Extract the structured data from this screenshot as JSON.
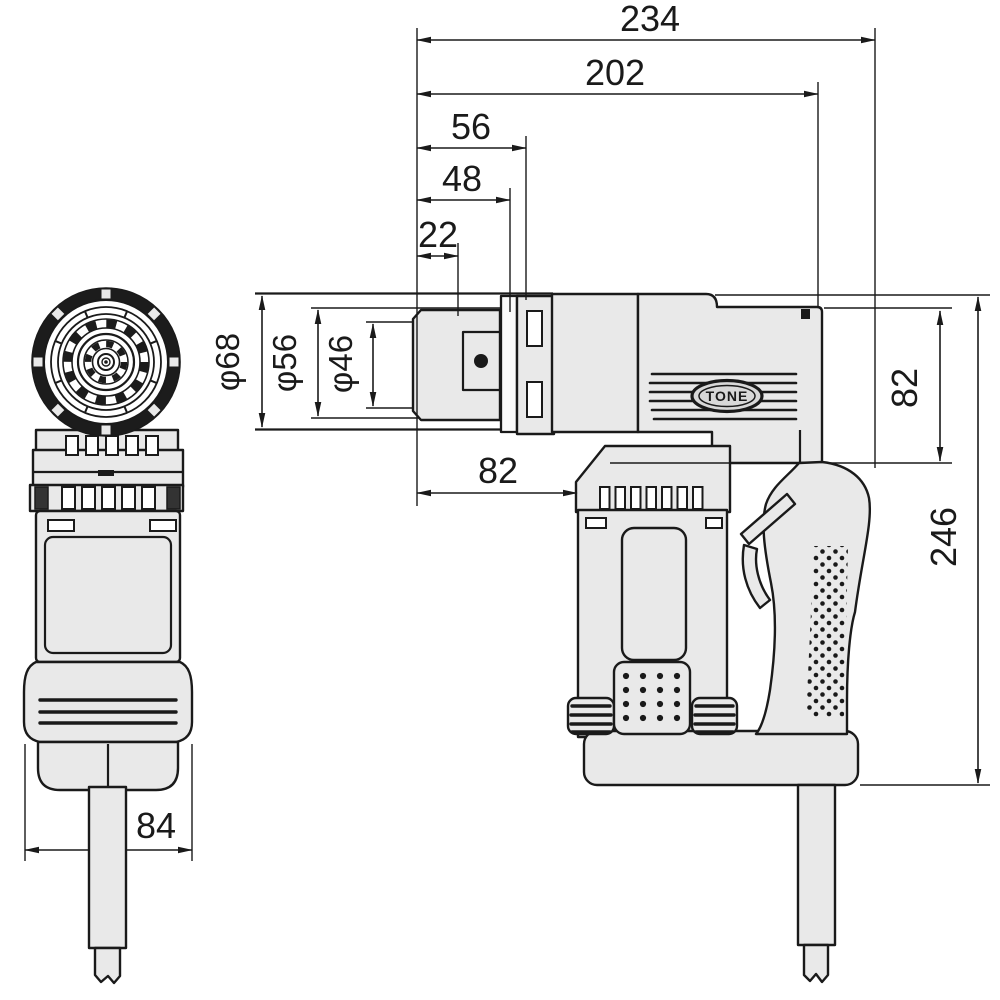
{
  "drawing": {
    "description": "Dimensional line drawing of a pistol-grip power shear wrench, front view and side view",
    "logo_text": "TONE",
    "dims": {
      "overall_length": "234",
      "housing_length": "202",
      "nose_56": "56",
      "nose_48": "48",
      "tip_22": "22",
      "nose_offset_82": "82",
      "head_height_82": "82",
      "overall_height_246": "246",
      "body_width_84": "84",
      "dia_68": "φ68",
      "dia_56": "φ56",
      "dia_46": "φ46"
    },
    "colors": {
      "line": "#1a1a1a",
      "body_fill": "#e9e9e9",
      "background": "#ffffff"
    }
  }
}
